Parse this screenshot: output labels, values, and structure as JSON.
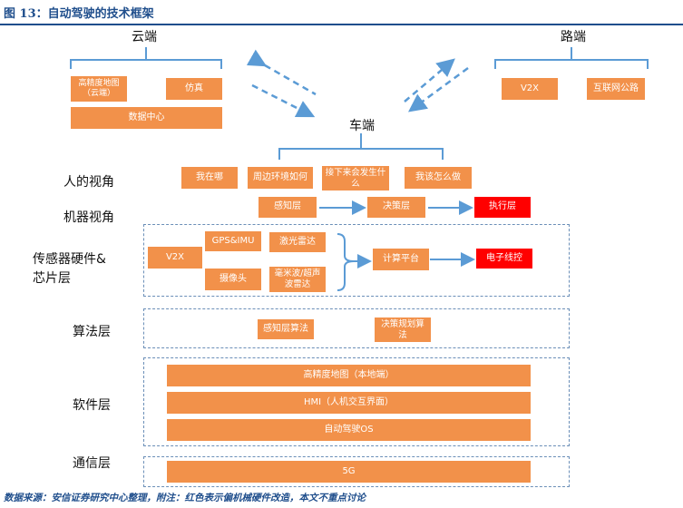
{
  "title": "图 13：自动驾驶的技术框架",
  "footer": "数据来源：安信证券研究中心整理，附注：红色表示偏机械硬件改造，本文不重点讨论",
  "colors": {
    "orange": "#f2914a",
    "red": "#ff0000",
    "blue_arrow": "#5b9bd5",
    "dashed_border": "#6b8fb8"
  },
  "headers": {
    "cloud": "云端",
    "road": "路端",
    "vehicle": "车端"
  },
  "cloud": {
    "hd_map": "高精度地图（云端）",
    "simulation": "仿真",
    "data_center": "数据中心"
  },
  "road": {
    "v2x": "V2X",
    "internet": "互联网公路"
  },
  "rows": {
    "human_view": "人的视角",
    "machine_view": "机器视角",
    "sensor_hw": "传感器硬件&芯片层",
    "algorithm": "算法层",
    "software": "软件层",
    "comm": "通信层"
  },
  "human": {
    "where": "我在哪",
    "env": "周边环境如何",
    "next": "接下来会发生什么",
    "todo": "我该怎么做"
  },
  "machine": {
    "perception": "感知层",
    "decision": "决策层",
    "execution": "执行层"
  },
  "sensors": {
    "v2x": "V2X",
    "gps": "GPS&IMU",
    "lidar": "激光雷达",
    "camera": "摄像头",
    "radar": "毫米波/超声波雷达",
    "compute": "计算平台",
    "wire": "电子线控"
  },
  "algorithms": {
    "perception": "感知层算法",
    "planning": "决策规划算法"
  },
  "software": {
    "hd_map": "高精度地图（本地端）",
    "hmi": "HMI（人机交互界面）",
    "os": "自动驾驶OS"
  },
  "comm": {
    "net": "5G"
  }
}
